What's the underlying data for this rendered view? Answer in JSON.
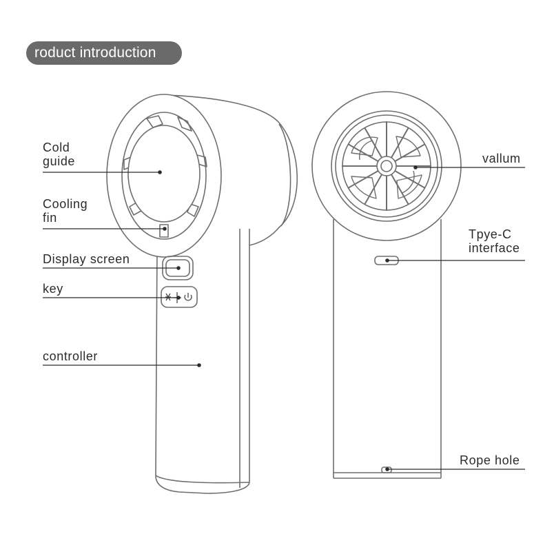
{
  "title": "roduct introduction",
  "labels": {
    "cold_guide": [
      "Cold",
      "guide"
    ],
    "cooling_fin": [
      "Cooling",
      "fin"
    ],
    "display_screen": "Display screen",
    "key": "key",
    "controller": "controller",
    "vallum": "vallum",
    "type_c": [
      "Tpye-C",
      "interface"
    ],
    "rope_hole": "Rope hole"
  },
  "colors": {
    "outline": "#6e6e6e",
    "leader": "#2b2b2b",
    "title_bg": "#6a6a6a",
    "title_text": "#ffffff"
  }
}
